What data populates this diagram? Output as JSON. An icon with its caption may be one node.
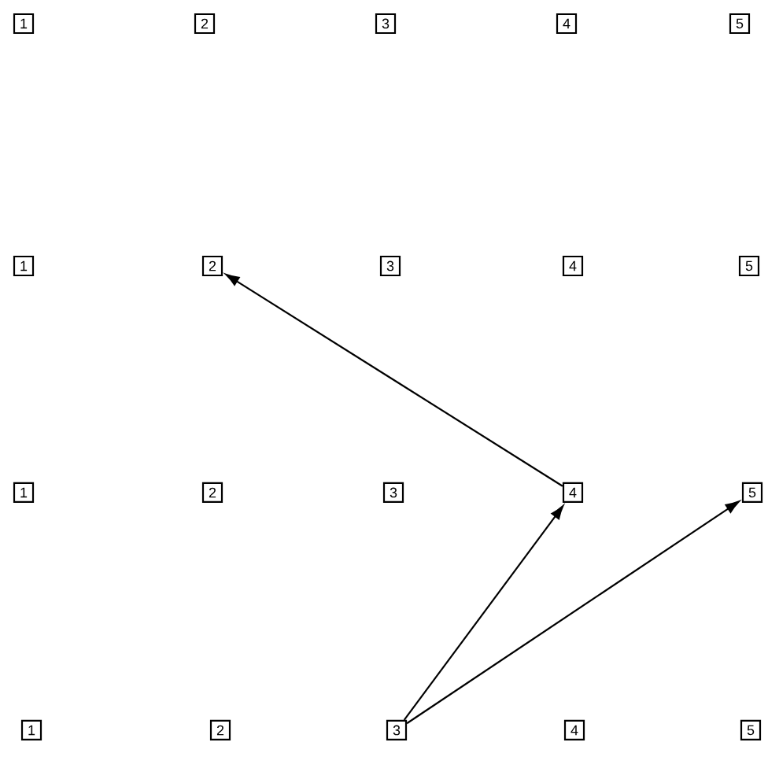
{
  "diagram": {
    "nodes": [
      {
        "text": [
          "1"
        ]
      },
      {
        "text": [
          "2"
        ]
      },
      {
        "text": [
          "3"
        ]
      },
      {
        "text": [
          "4"
        ]
      },
      {
        "text": [
          "5"
        ]
      },
      {
        "text": [
          "1"
        ]
      },
      {
        "text": [
          "2"
        ]
      },
      {
        "text": [
          "3"
        ]
      },
      {
        "text": [
          "4"
        ]
      },
      {
        "text": [
          "5"
        ]
      },
      {
        "text": [
          "1"
        ]
      },
      {
        "text": [
          "2"
        ]
      },
      {
        "text": [
          "3"
        ]
      },
      {
        "text": [
          "4"
        ]
      },
      {
        "text": [
          "5"
        ]
      },
      {
        "text": [
          "1"
        ]
      },
      {
        "text": [
          "2"
        ]
      },
      {
        "text": [
          "3"
        ]
      },
      {
        "text": [
          "4"
        ]
      },
      {
        "text": [
          "5"
        ]
      }
    ],
    "edges": [
      {
        "from": 17,
        "to": 13,
        "arrow": "to"
      },
      {
        "from": 17,
        "to": 14,
        "arrow": "to"
      },
      {
        "from": 13,
        "to": 6,
        "arrow": "to"
      }
    ]
  }
}
